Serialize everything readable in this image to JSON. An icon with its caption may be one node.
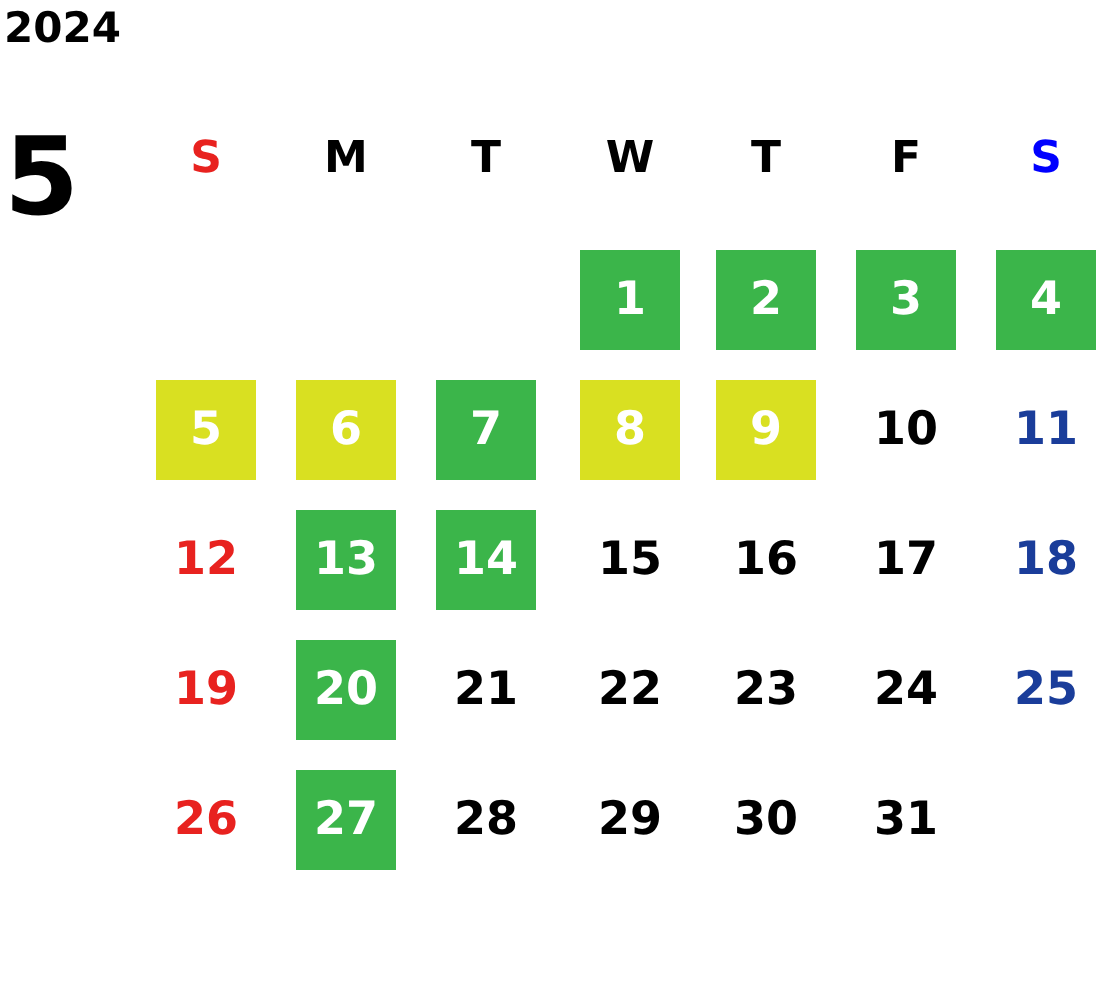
{
  "diagram": {
    "title": "2024",
    "nodes": [
      {
        "text": [
          "1"
        ]
      },
      {
        "text": [
          "2"
        ]
      },
      {
        "text": [
          "3"
        ]
      },
      {
        "text": [
          "4"
        ]
      },
      {
        "text": [
          "5"
        ]
      },
      {
        "text": [
          "6"
        ]
      },
      {
        "text": [
          "7"
        ]
      },
      {
        "text": [
          "8"
        ]
      },
      {
        "text": [
          "9"
        ]
      },
      {
        "text": [
          "13"
        ]
      },
      {
        "text": [
          "14"
        ]
      },
      {
        "text": [
          "20"
        ]
      },
      {
        "text": [
          "27"
        ]
      }
    ],
    "labels": [
      "5",
      "S",
      "M",
      "T",
      "W",
      "T",
      "F",
      "S",
      "10",
      "11",
      "12",
      "15",
      "16",
      "17",
      "18",
      "19",
      "21",
      "22",
      "23",
      "24",
      "25",
      "26",
      "28",
      "29",
      "30",
      "31"
    ]
  }
}
